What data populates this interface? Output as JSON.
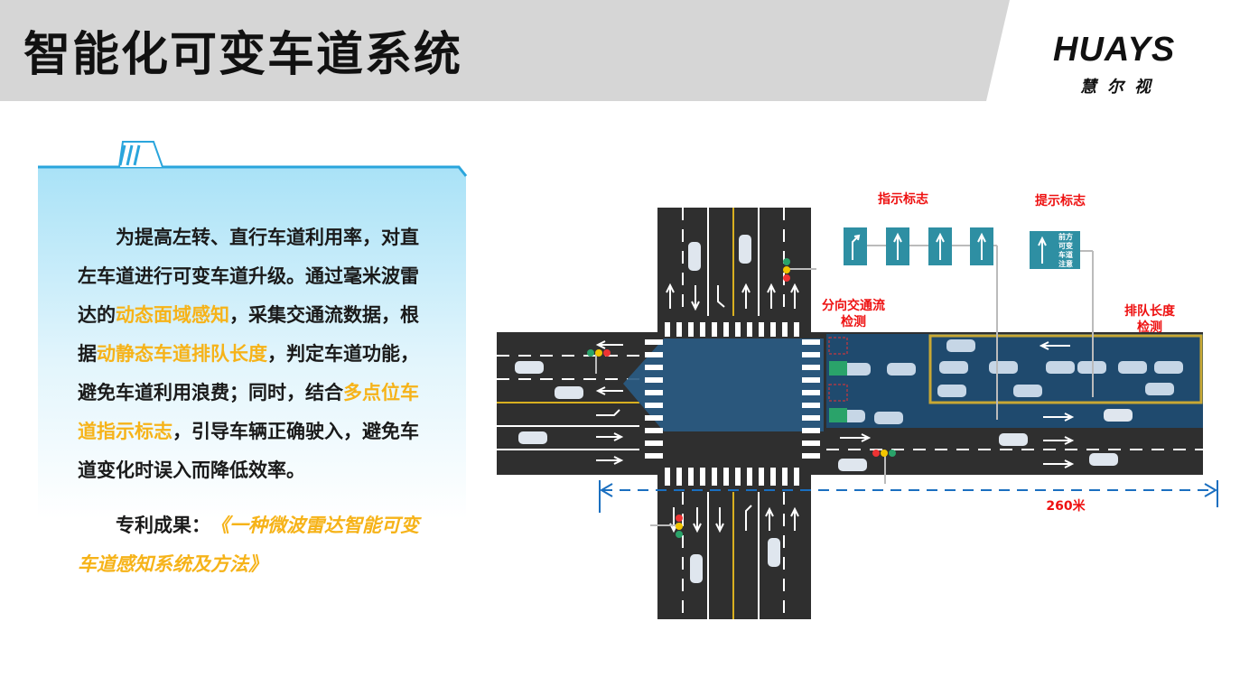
{
  "header": {
    "title": "智能化可变车道系统",
    "logo_text": "HUAYS",
    "logo_sub": "慧尔视"
  },
  "panel": {
    "line1_a": "为提高左转、直行车道利用率，对直左车道进行可变车道升级。通过毫米波雷达的",
    "hl1": "动态面域感知",
    "line1_b": "，采集交通流数据，根据",
    "hl2": "动静态车道排队长度",
    "line1_c": "，判定车道功能，避免车道利用浪费；同时，结合",
    "hl3": "多点位车道指示标志",
    "line1_d": "，引导车辆正确驶入，避免车道变化时误入而降低效率。",
    "patent_label": "专利成果：",
    "patent_title": "《一种微波雷达智能可变车道感知系统及方法》"
  },
  "diagram": {
    "label_indicator_sign": "指示标志",
    "label_hint_sign": "提示标志",
    "label_directional_flow": "分向交通流检测",
    "label_directional_flow_l1": "分向交通流",
    "label_directional_flow_l2": "检测",
    "label_queue_length_l1": "排队长度",
    "label_queue_length_l2": "检测",
    "hint_sign_text": "前方可变车道注意",
    "distance_label": "260米",
    "colors": {
      "road": "#2f2f2f",
      "detection_zone": "#1f4a6e",
      "queue_box": "#c8a834",
      "sign_bg": "#2e8fa3",
      "dimension_line": "#1a6fc0",
      "label_red": "#e11111",
      "highlight": "#f6b319"
    }
  }
}
